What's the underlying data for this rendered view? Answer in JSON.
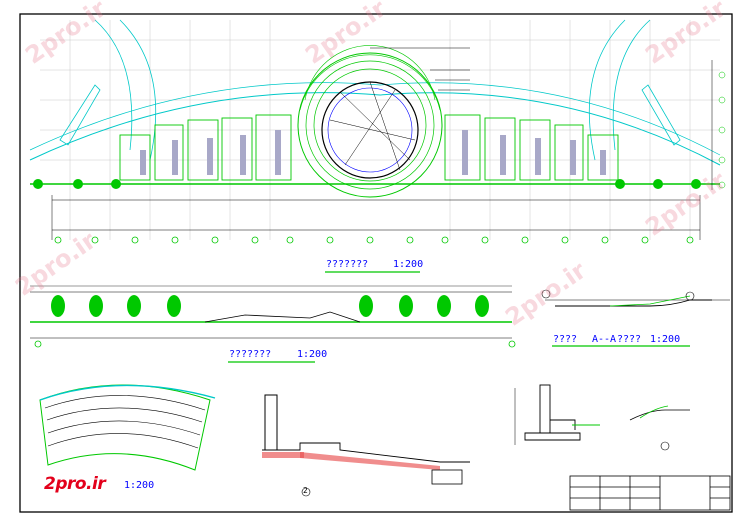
{
  "drawing": {
    "plan_title": "???????",
    "plan_scale": "1:200",
    "elevation_title": "???????",
    "elevation_scale": "1:200",
    "section_title": "????",
    "section_marker": "A--A",
    "section_title_2": "????",
    "section_scale": "1:200",
    "detail_scale": "1:200",
    "detail_number": "2"
  },
  "watermarks": [
    "2pro.ir",
    "2pro.ir",
    "2pro.ir",
    "2pro.ir",
    "2pro.ir",
    "2pro.ir"
  ],
  "logo_text": "2pro.ir",
  "colors": {
    "green": "#00c800",
    "cyan": "#00c8c8",
    "blue": "#0000ff",
    "red": "#e3001b",
    "black": "#000000"
  }
}
